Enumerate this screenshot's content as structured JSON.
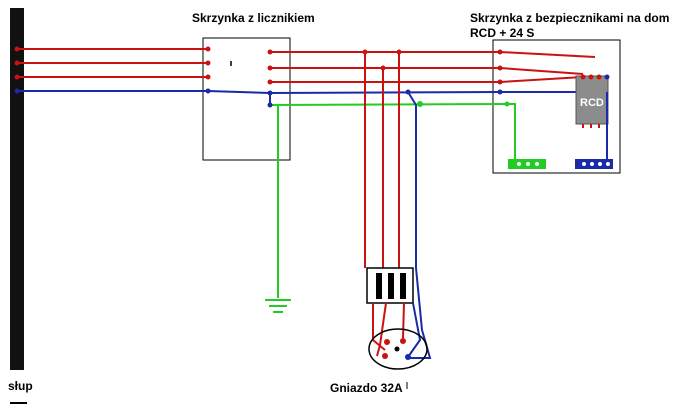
{
  "labels": {
    "meter_box": "Skrzynka z licznikiem",
    "fuse_box": "Skrzynka z bezpiecznikami na dom",
    "fuse_box_sub": "RCD + 24 S",
    "rcd": "RCD",
    "socket": "Gniazdo 32A",
    "pole": "słup"
  },
  "colors": {
    "phase": "#cc1111",
    "neutral": "#1a2aa8",
    "earth": "#22cc22",
    "pole": "#111111",
    "rcd_body": "#8c8c8c"
  }
}
